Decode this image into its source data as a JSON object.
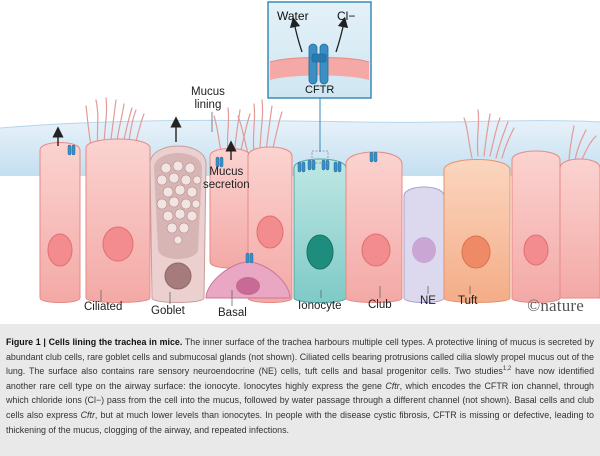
{
  "figure": {
    "labels": {
      "water": "Water",
      "chloride": "Cl−",
      "cftr": "CFTR",
      "mucus_lining": "Mucus\nlining",
      "mucus_secretion": "Mucus\nsecretion",
      "ciliated": "Ciliated",
      "goblet": "Goblet",
      "basal": "Basal",
      "ionocyte": "Ionocyte",
      "club": "Club",
      "ne": "NE",
      "tuft": "Tuft"
    },
    "logo": "©nature",
    "colors": {
      "mucus": "#cfe6f4",
      "cell_pink": "#f6b9b7",
      "cell_outline": "#e68a86",
      "goblet": "#e9c9c9",
      "basal": "#e9a7c4",
      "ionocyte": "#9fd8d6",
      "club": "#f7b7b2",
      "ne": "#d9d6ec",
      "tuft": "#f8c3a5",
      "channel": "#3b8fc3",
      "inset_border": "#3a8bb8"
    }
  },
  "caption": {
    "title": "Figure 1 | Cells lining the trachea in mice.",
    "s1": " The inner surface of the trachea harbours multiple cell types. A protective lining of mucus is secreted by abundant club cells, rare goblet cells and submucosal glands (not shown). Ciliated cells bearing protrusions called cilia slowly propel mucus out of the lung. The surface also contains rare sensory neuroendocrine (NE) cells, tuft cells and basal progenitor cells. Two studies",
    "ref": "1,2",
    "s2": " have now identified another rare cell type on the airway surface: the ionocyte. Ionocytes highly express the gene ",
    "gene1": "Cftr",
    "s3": ", which encodes the CFTR ion channel, through which chloride ions (Cl−) pass from the cell into the mucus, followed by water passage through a different channel (not shown). Basal cells and club cells also express ",
    "gene2": "Cftr",
    "s4": ", but at much lower levels than ionocytes. In people with the disease cystic fibrosis, CFTR is missing or defective, leading to thickening of the mucus, clogging of the airway, and repeated infections."
  }
}
